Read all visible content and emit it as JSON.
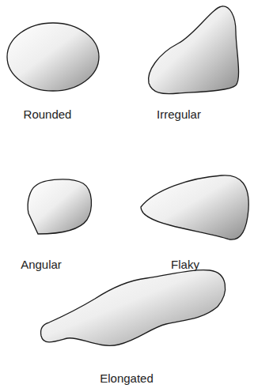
{
  "diagram": {
    "labels": [
      "Rounded",
      "Irregular",
      "Angular",
      "Flaky",
      "Elongated"
    ]
  }
}
